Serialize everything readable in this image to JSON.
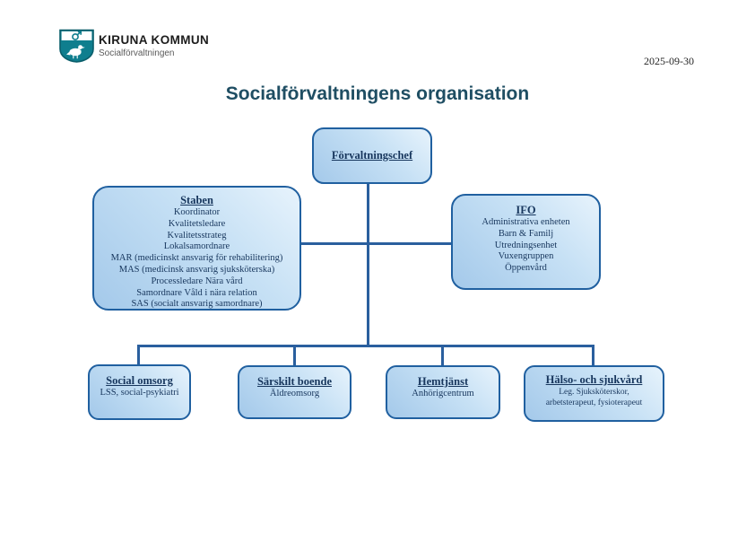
{
  "header": {
    "brand_name": "KIRUNA KOMMUN",
    "brand_department": "Socialförvaltningen",
    "date": "2025-09-30",
    "logo_icon": "kiruna-coat-of-arms (teal shield, mining symbol, white ptarmigan)"
  },
  "title": "Socialförvaltningens organisation",
  "colors": {
    "title_text": "#1F4E63",
    "connector_line": "#2A5F9E",
    "node_border": "#2060A0",
    "node_fill_light": "#E7F3FC",
    "node_fill_dark": "#A4C9EA",
    "node_text": "#17365D",
    "logo_teal": "#0F7E8E"
  },
  "org_chart": {
    "root": {
      "title": "Förvaltningschef"
    },
    "staff_nodes": [
      {
        "title": "Staben",
        "members": [
          "Koordinator",
          "Kvalitetsledare",
          "Kvalitetsstrateg",
          "Lokalsamordnare",
          "MAR (medicinskt ansvarig för rehabilitering)",
          "MAS (medicinsk ansvarig sjuksköterska)",
          "Processledare Nära vård",
          "Samordnare Våld i nära relation",
          "SAS (socialt ansvarig samordnare)"
        ]
      },
      {
        "title": "IFO",
        "members": [
          "Administrativa enheten",
          "Barn & Familj",
          "Utredningsenhet",
          "Vuxengruppen",
          "Öppenvård"
        ]
      }
    ],
    "operational_nodes": [
      {
        "title": "Social omsorg",
        "members": [
          "LSS, social-psykiatri"
        ]
      },
      {
        "title": "Särskilt boende",
        "members": [
          "Äldreomsorg"
        ]
      },
      {
        "title": "Hemtjänst",
        "members": [
          "Anhörigcentrum"
        ]
      },
      {
        "title": "Hälso- och sjukvård",
        "members": [
          "Leg. Sjuksköterskor,",
          "arbetsterapeut, fysioterapeut"
        ]
      }
    ]
  }
}
